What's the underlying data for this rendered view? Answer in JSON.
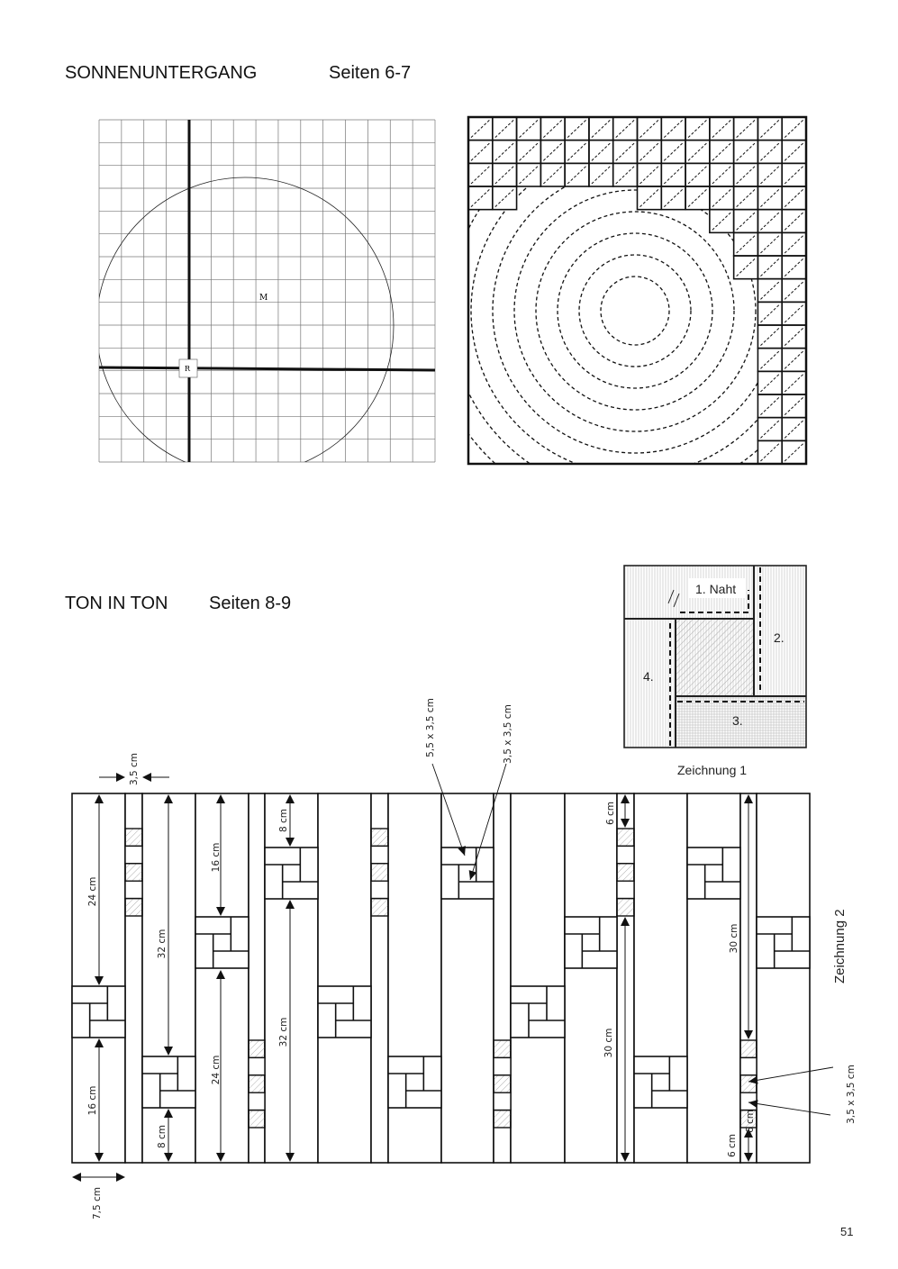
{
  "section1": {
    "title": "SONNENUNTERGANG",
    "pages": "Seiten 6-7",
    "grid_labels": {
      "center": "M",
      "reference": "R"
    }
  },
  "section2": {
    "title": "TON IN TON",
    "pages": "Seiten 8-9",
    "drawing1": {
      "caption": "Zeichnung 1",
      "seams": [
        "1. Naht",
        "2.",
        "3.",
        "4."
      ]
    },
    "drawing2": {
      "caption": "Zeichnung 2",
      "dimensions": {
        "strip_width": "3,5 cm",
        "column_width": "7,5 cm",
        "c1_top": "24 cm",
        "c1_bottom": "16 cm",
        "c3_top": "32 cm",
        "c3_bottom": "8 cm",
        "c4_top": "16 cm",
        "c4_bottom": "24 cm",
        "c6_top": "8 cm",
        "c6_bottom": "32 cm",
        "c14_top": "6 cm",
        "c14_bottom": "30 cm",
        "c17_top": "30 cm",
        "c17_bottom": "6 cm",
        "c17_bottom2": "6 cm",
        "block_large": "5,5 x 3,5 cm",
        "block_small": "3,5 x 3,5 cm",
        "square_size": "3,5 x 3,5 cm"
      }
    }
  },
  "page_number": "51"
}
